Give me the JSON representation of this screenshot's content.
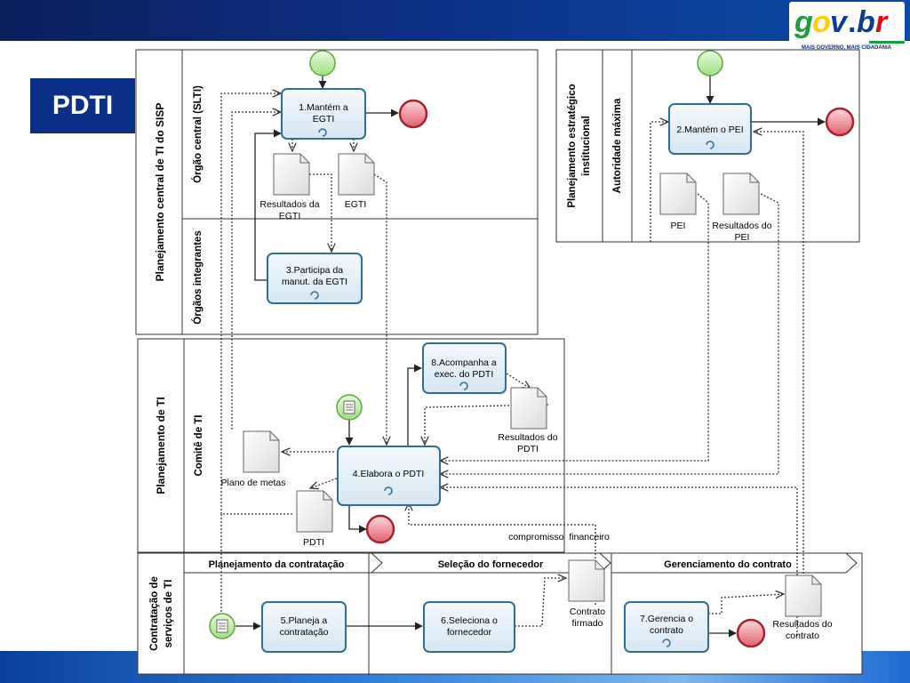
{
  "slide": {
    "title": "PDTI",
    "logo": {
      "text": "gov.br",
      "tagline": "MAIS GOVERNO, MAIS CIDADANIA",
      "colors": [
        "#ffcc00",
        "#1b9f3e",
        "#0b3d91",
        "#e30613"
      ]
    }
  },
  "colors": {
    "task_fill": "#e8f1f8",
    "task_border": "#2f6f96",
    "start": "#99e07a",
    "end": "#e05a64"
  },
  "pools": {
    "sisp": {
      "title": "Planejamento central de TI do SISP",
      "lanes": [
        "Órgão central (SLTI)",
        "Órgãos integrantes"
      ]
    },
    "pei": {
      "title": "Planejamento estratégico institucional",
      "lane": "Autoridade máxima"
    },
    "pti": {
      "title": "Planejamento de TI",
      "lane": "Comitê de TI"
    },
    "contr": {
      "title": "Contratação de serviços de TI",
      "phases": [
        "Planejamento da contratação",
        "Seleção do fornecedor",
        "Gerenciamento do contrato"
      ]
    }
  },
  "tasks": {
    "t1": [
      "1.Mantém a",
      "EGTI"
    ],
    "t2": [
      "2.Mantém o PEI"
    ],
    "t3": [
      "3.Participa da",
      "manut. da EGTI"
    ],
    "t4": [
      "4.Elabora o PDTI"
    ],
    "t5": [
      "5.Planeja a",
      "contratação"
    ],
    "t6": [
      "6.Seleciona o",
      "fornecedor"
    ],
    "t7": [
      "7.Gerencia o",
      "contrato"
    ],
    "t8": [
      "8.Acompanha a",
      "exec. do PDTI"
    ]
  },
  "documents": {
    "d_res_egti": [
      "Resultados da",
      "EGTI"
    ],
    "d_egti": [
      "EGTI"
    ],
    "d_pei": [
      "PEI"
    ],
    "d_res_pei": [
      "Resultados do",
      "PEI"
    ],
    "d_res_pdti": [
      "Resultados do",
      "PDTI"
    ],
    "d_plano": [
      "Plano de metas"
    ],
    "d_pdti": [
      "PDTI"
    ],
    "d_contrato": [
      "Contrato",
      "firmado"
    ],
    "d_res_contrato": [
      "Resultados do",
      "contrato"
    ]
  },
  "labels": {
    "compromisso": "compromisso  financeiro"
  }
}
